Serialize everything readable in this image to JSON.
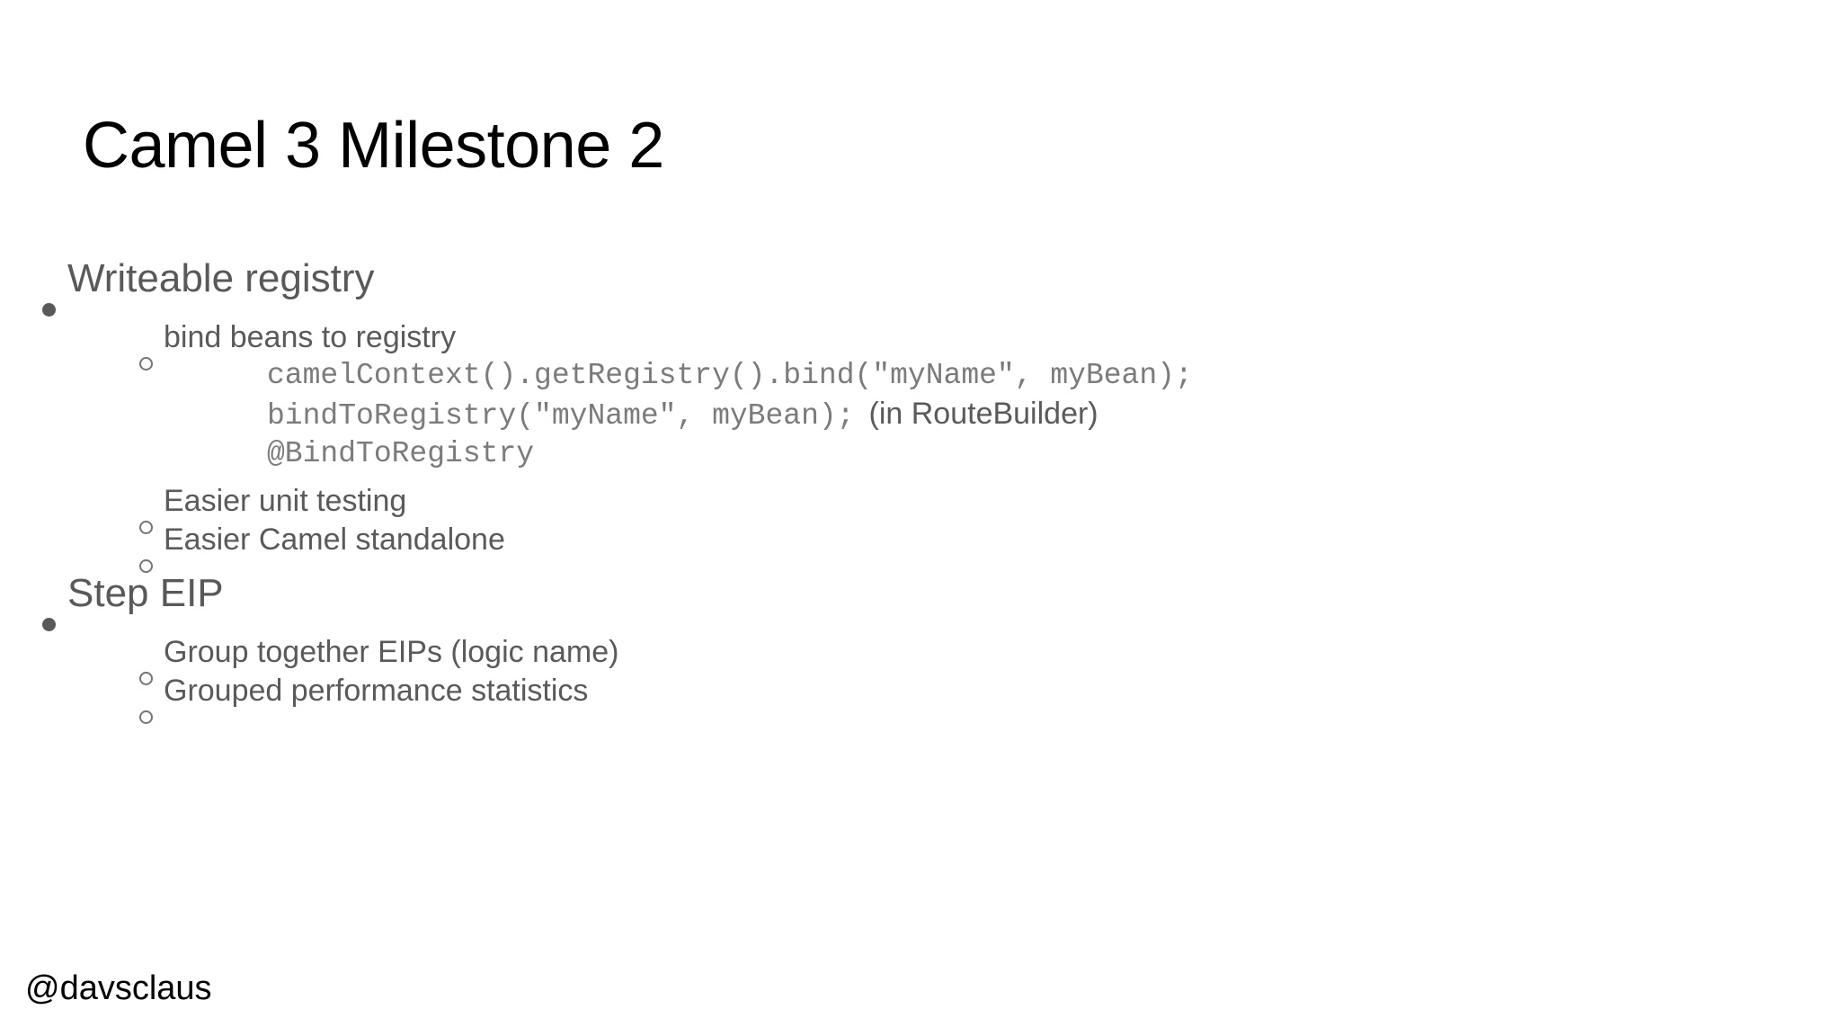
{
  "slide": {
    "title": "Camel 3 Milestone 2",
    "background_color": "#ffffff",
    "title_color": "#000000",
    "body_color": "#595959",
    "code_color": "#7b7b7b",
    "footer_color": "#000000"
  },
  "bullets": [
    {
      "label": "Writeable registry",
      "marker": "filled-disc",
      "children": [
        {
          "label": "bind beans to registry",
          "marker": "hollow-circle",
          "code_lines": [
            {
              "code": "camelContext().getRegistry().bind(\"myName\", myBean);",
              "note": ""
            },
            {
              "code": "bindToRegistry(\"myName\", myBean);",
              "note": "(in RouteBuilder)"
            },
            {
              "code": "@BindToRegistry",
              "note": ""
            }
          ]
        },
        {
          "label": "Easier unit testing",
          "marker": "hollow-circle",
          "code_lines": []
        },
        {
          "label": "Easier Camel standalone",
          "marker": "hollow-circle",
          "code_lines": []
        }
      ]
    },
    {
      "label": "Step EIP",
      "marker": "filled-disc",
      "children": [
        {
          "label": "Group together EIPs (logic name)",
          "marker": "hollow-circle",
          "code_lines": []
        },
        {
          "label": "Grouped performance statistics",
          "marker": "hollow-circle",
          "code_lines": []
        }
      ]
    }
  ],
  "footer": {
    "handle": "@davsclaus"
  }
}
